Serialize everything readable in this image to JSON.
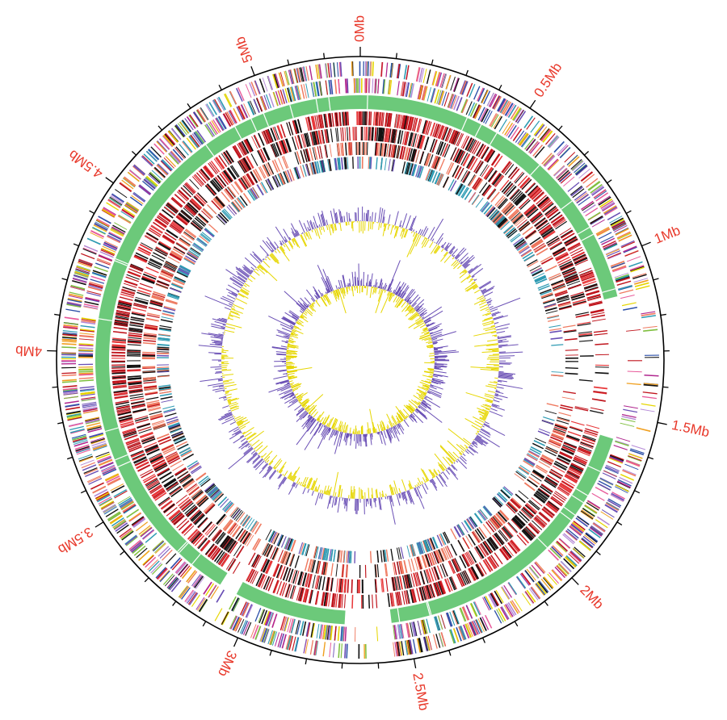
{
  "diagram": {
    "type": "circular-genome-map",
    "genome_length_mb": 5.3,
    "scale_labels": [
      {
        "value_mb": 0,
        "label": "0Mb"
      },
      {
        "value_mb": 0.5,
        "label": "0.5Mb"
      },
      {
        "value_mb": 1,
        "label": "1Mb"
      },
      {
        "value_mb": 1.5,
        "label": "1.5Mb"
      },
      {
        "value_mb": 2,
        "label": "2Mb"
      },
      {
        "value_mb": 2.5,
        "label": "2.5Mb"
      },
      {
        "value_mb": 3,
        "label": "3Mb"
      },
      {
        "value_mb": 3.5,
        "label": "3.5Mb"
      },
      {
        "value_mb": 4,
        "label": "4Mb"
      },
      {
        "value_mb": 4.5,
        "label": "4.5Mb"
      },
      {
        "value_mb": 5,
        "label": "5Mb"
      }
    ],
    "minor_tick_step_mb": 0.1,
    "colors": {
      "scale_label": "#e8382a",
      "axis": "#000000",
      "green_band": "#6cc97a",
      "dark_red": "#c0141c",
      "black": "#111111",
      "salmon": "#ef7a60",
      "teal": "#2e9bb3",
      "purple": "#6a4fb5",
      "yellow": "#e6d600",
      "orange": "#f0a020",
      "blue": "#2b4fa8",
      "magenta": "#b0268e"
    },
    "gap_regions_mb": [
      [
        1.12,
        1.58
      ],
      [
        2.55,
        2.7
      ],
      [
        3.06,
        3.12
      ]
    ],
    "tracks": [
      {
        "id": "cog-forward",
        "kind": "multicolor-features"
      },
      {
        "id": "cog-reverse",
        "kind": "multicolor-features"
      },
      {
        "id": "conserved-region",
        "kind": "solid-band"
      },
      {
        "id": "homolog-1",
        "kind": "dense-features"
      },
      {
        "id": "homolog-2",
        "kind": "dense-features"
      },
      {
        "id": "homolog-3",
        "kind": "sparse-features"
      },
      {
        "id": "homolog-4",
        "kind": "sparse-features"
      },
      {
        "id": "gc-content",
        "kind": "histogram"
      },
      {
        "id": "gc-skew",
        "kind": "histogram"
      }
    ]
  }
}
